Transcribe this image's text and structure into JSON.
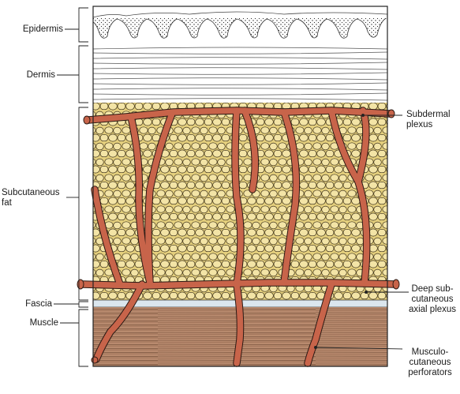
{
  "labels": {
    "epidermis": "Epidermis",
    "dermis": "Dermis",
    "subcutaneous_fat": "Subcutaneous\nfat",
    "fascia": "Fascia",
    "muscle": "Muscle",
    "subdermal_plexus": "Subdermal\nplexus",
    "deep_axial_plexus": "Deep sub-\ncutaneous\naxial plexus",
    "musculocutaneous_perforators": "Musculo-\ncutaneous\nperforators"
  },
  "colors": {
    "vessel": "#c8644a",
    "vessel_outline": "#2b1a14",
    "fat_fill": "#f3e4a6",
    "fat_background": "#e4cf7d",
    "muscle": "#b88a6e",
    "fascia": "#dbe6ee",
    "dermis": "#ffffff",
    "epidermis_stipple": "#2b2b2b"
  }
}
